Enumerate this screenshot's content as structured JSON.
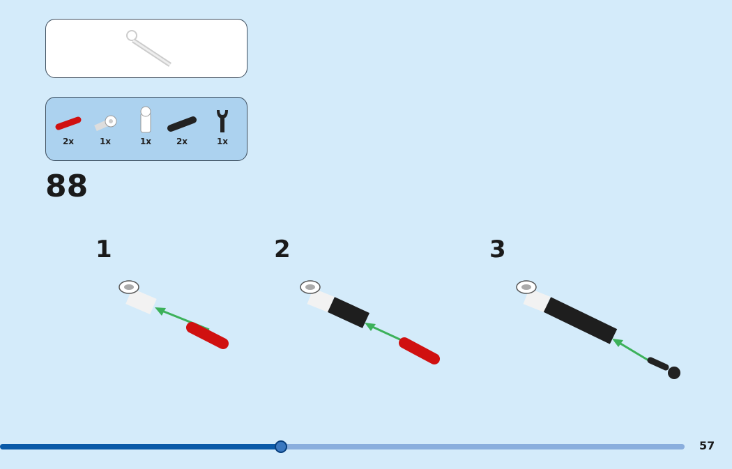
{
  "step_number": "88",
  "parts_list": [
    {
      "name": "red-axle-connector",
      "qty": "2x"
    },
    {
      "name": "white-axle-pin-connector",
      "qty": "1x"
    },
    {
      "name": "white-angle-connector",
      "qty": "1x"
    },
    {
      "name": "black-axle-connector",
      "qty": "2x"
    },
    {
      "name": "black-fork-piece",
      "qty": "1x"
    }
  ],
  "substeps": [
    {
      "label": "1"
    },
    {
      "label": "2"
    },
    {
      "label": "3"
    }
  ],
  "progress": {
    "fraction": 0.41
  },
  "page_number": "57",
  "colors": {
    "background": "#d4ebfa",
    "accent": "#0a5aa8",
    "arrow": "#3cb15a",
    "red_part": "#d01010"
  }
}
